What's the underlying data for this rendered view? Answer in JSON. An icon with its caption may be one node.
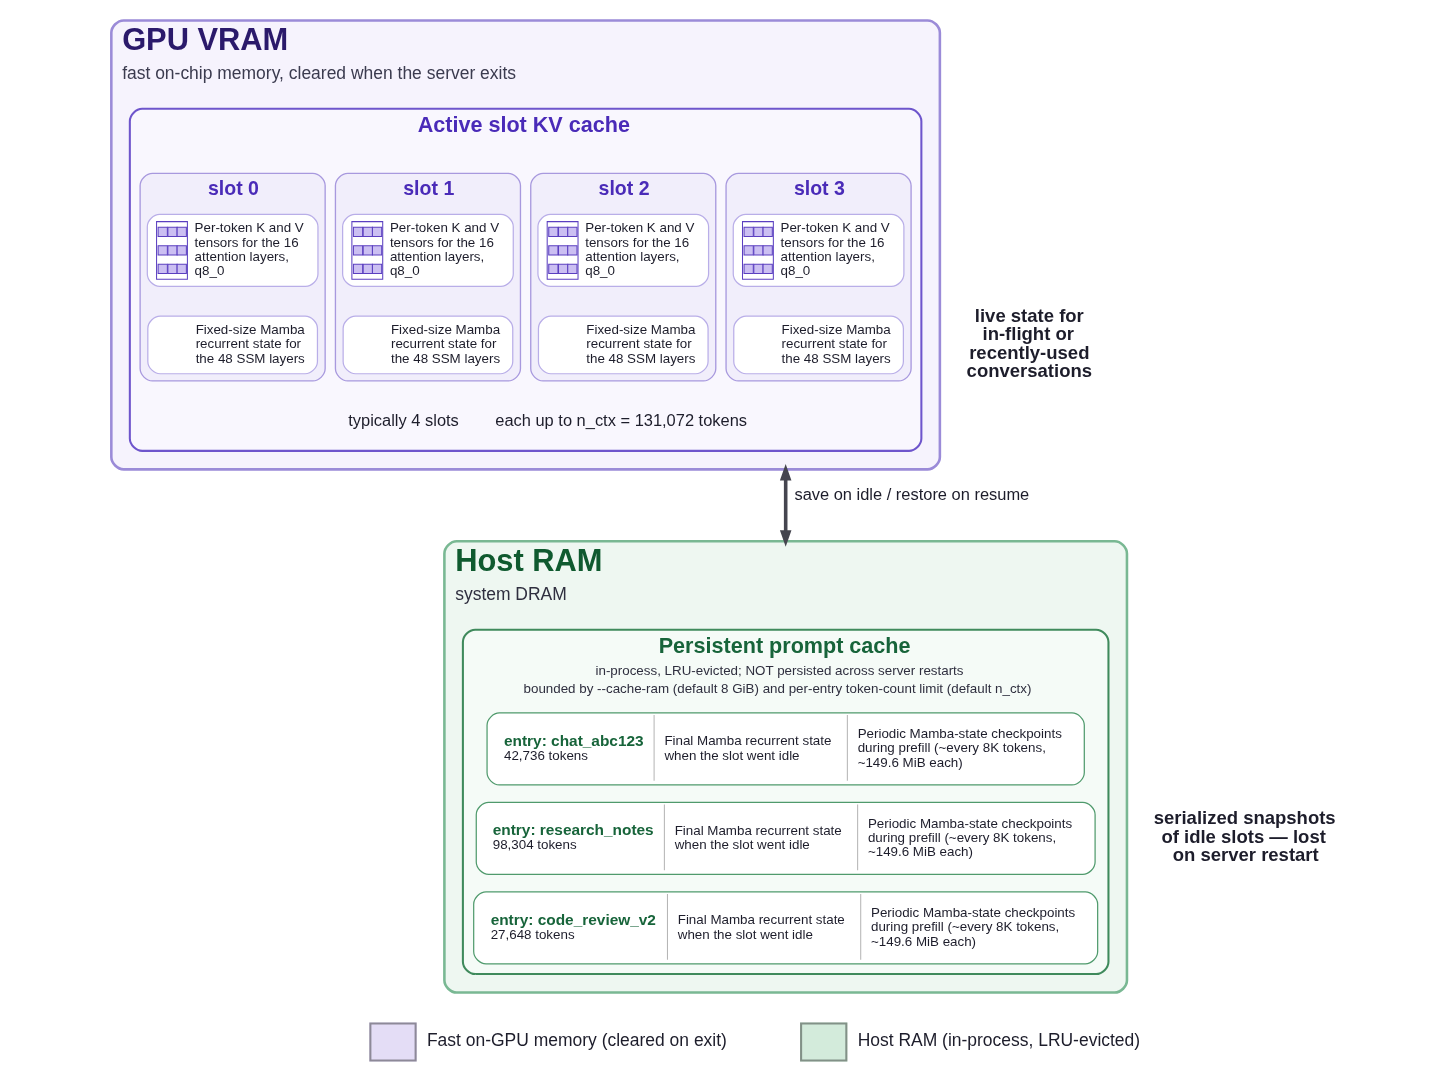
{
  "diagram": {
    "nodes": [
      {
        "text": [
          "GPU VRAM",
          "fast on-chip memory, cleared when the server exits"
        ],
        "beside": [
          "live state for in-flight or recently-used conversations"
        ]
      },
      {
        "text": [
          "Active slot KV cache"
        ],
        "in": 0
      },
      {
        "text": [
          "slot 0"
        ],
        "in": 1
      },
      {
        "text": [
          "Per-token K and V tensors for the 16 attention layers, q8_0"
        ],
        "in": 2
      },
      {
        "text": [
          "Fixed-size Mamba recurrent state for the 48 SSM layers"
        ],
        "in": 2
      },
      {
        "text": [
          "slot 1"
        ],
        "in": 1
      },
      {
        "text": [
          "Per-token K and V tensors for the 16 attention layers, q8_0"
        ],
        "in": 5
      },
      {
        "text": [
          "Fixed-size Mamba recurrent state for the 48 SSM layers"
        ],
        "in": 5
      },
      {
        "text": [
          "slot 2"
        ],
        "in": 1
      },
      {
        "text": [
          "Per-token K and V tensors for the 16 attention layers, q8_0"
        ],
        "in": 8
      },
      {
        "text": [
          "Fixed-size Mamba recurrent state for the 48 SSM layers"
        ],
        "in": 8
      },
      {
        "text": [
          "slot 3"
        ],
        "in": 1
      },
      {
        "text": [
          "Per-token K and V tensors for the 16 attention layers, q8_0"
        ],
        "in": 11
      },
      {
        "text": [
          "Fixed-size Mamba recurrent state for the 48 SSM layers"
        ],
        "in": 11
      },
      {
        "text": [
          "Host RAM",
          "system DRAM"
        ],
        "beside": [
          "serialized snapshots of idle slots — lost on server restart"
        ]
      },
      {
        "text": [
          "Persistent prompt cache",
          "in-process, LRU-evicted; NOT persisted across server restarts",
          "bounded by --cache-ram (default 8 GiB) and per-entry token-count limit (default n_ctx)"
        ],
        "in": 14
      },
      {
        "text": [
          "entry: chat_abc123",
          "42,736 tokens",
          "Final Mamba recurrent state when the slot went idle",
          "Periodic Mamba-state checkpoints during prefill (~every 8K tokens, ~149.6 MiB each)"
        ],
        "in": 15
      },
      {
        "text": [
          "entry: research_notes",
          "98,304 tokens",
          "Final Mamba recurrent state when the slot went idle",
          "Periodic Mamba-state checkpoints during prefill (~every 8K tokens, ~149.6 MiB each)"
        ],
        "in": 15
      },
      {
        "text": [
          "entry: code_review_v2",
          "27,648 tokens",
          "Final Mamba recurrent state when the slot went idle",
          "Periodic Mamba-state checkpoints during prefill (~every 8K tokens, ~149.6 MiB each)"
        ],
        "in": 15
      }
    ],
    "edges": [
      {
        "from": 0,
        "to": 14,
        "arrow": "both",
        "label": "save on idle / restore on resume"
      }
    ],
    "labels": [
      "typically 4 slots",
      "each up to n_ctx = 131,072 tokens"
    ],
    "legend": [
      {
        "text": "Fast on-GPU memory (cleared on exit)",
        "color": "#e4ddf6"
      },
      {
        "text": "Host RAM (in-process, LRU-evicted)",
        "color": "#d3ebdb"
      }
    ]
  }
}
